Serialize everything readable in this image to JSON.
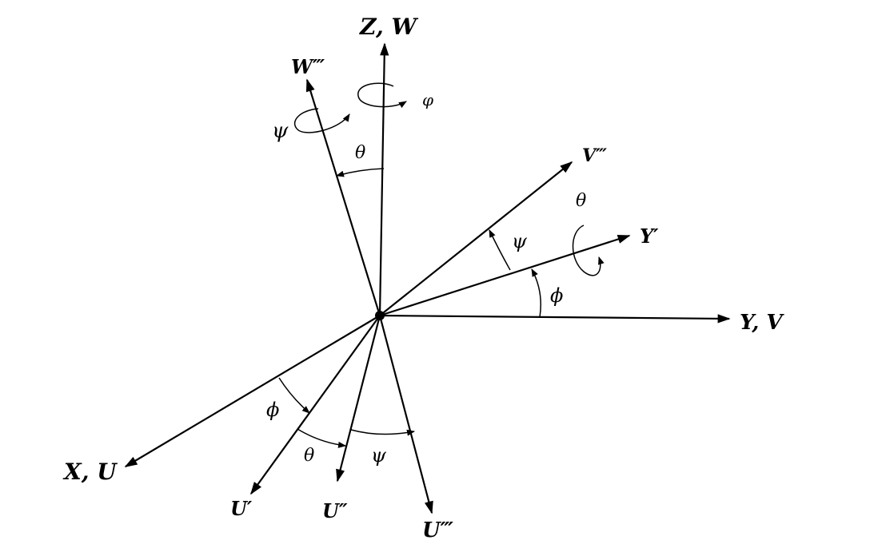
{
  "diagram": {
    "axes": {
      "z_w": "Z, W",
      "w_triple": "W‴",
      "v_triple": "V‴",
      "y_prime": "Y′",
      "y_v": "Y, V",
      "x_u": "X, U",
      "u_prime": "U′",
      "u_double": "U″",
      "u_triple": "U‴"
    },
    "angles": {
      "phi_top": "φ",
      "psi_top": "ψ",
      "theta_top": "θ",
      "theta_right": "θ",
      "psi_mid": "ψ",
      "phi_mid": "ϕ",
      "phi_left": "ϕ",
      "theta_bottom": "θ",
      "psi_bottom": "ψ"
    }
  }
}
